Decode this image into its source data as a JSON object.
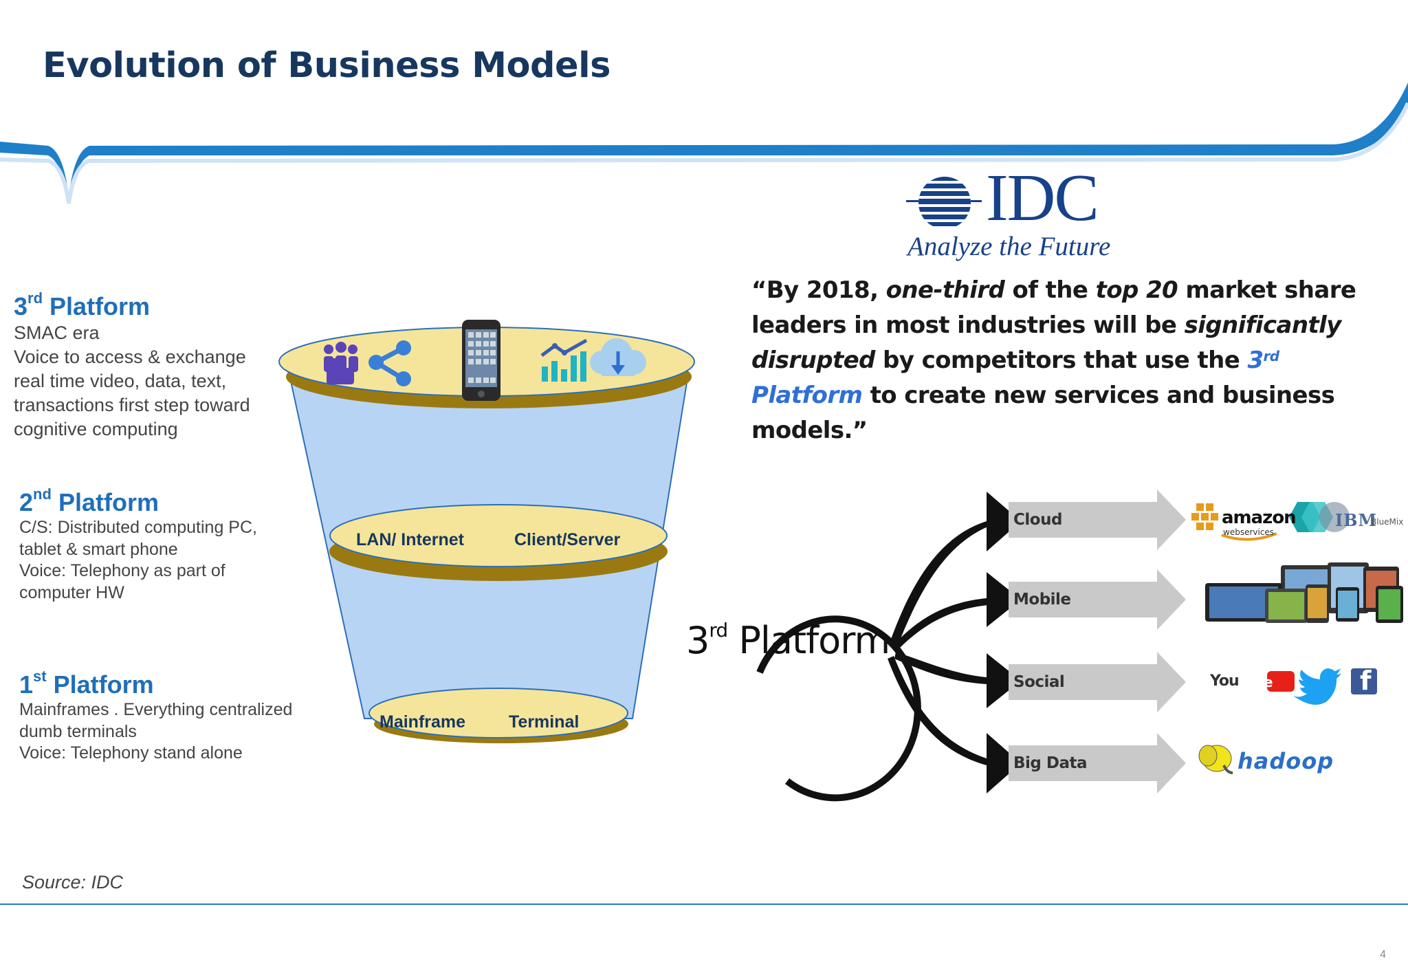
{
  "title": "Evolution of Business Models",
  "platforms": [
    {
      "number": "3",
      "suffix": "rd",
      "label": "Platform",
      "lines": [
        "SMAC era",
        "Voice to access & exchange",
        "real time video, data, text,",
        "transactions first step toward",
        "cognitive computing"
      ]
    },
    {
      "number": "2",
      "suffix": "nd",
      "label": "Platform",
      "lines": [
        "C/S: Distributed computing PC,",
        "tablet & smart phone",
        "Voice: Telephony as part of",
        "computer HW"
      ]
    },
    {
      "number": "1",
      "suffix": "st",
      "label": "Platform",
      "lines": [
        "Mainframes . Everything centralized",
        "dumb terminals",
        "Voice: Telephony stand alone"
      ]
    }
  ],
  "funnel": {
    "middle": {
      "left": "LAN/ Internet",
      "right": "Client/Server"
    },
    "bottom": {
      "left": "Mainframe",
      "right": "Terminal"
    }
  },
  "idc": {
    "wordmark": "IDC",
    "tagline": "Analyze the Future"
  },
  "quote": {
    "p1": "“By 2018, ",
    "p2": "one-third",
    "p3": " of the ",
    "p4": "top 20",
    "p5": " market share leaders in most industries will be ",
    "p6": "significantly disrupted",
    "p7": " by competitors that use the ",
    "p8_num": "3",
    "p8_sup": "rd",
    "p8_rest": " Platform",
    "p9": " to create new services and business models.”"
  },
  "third_platform": {
    "num": "3",
    "sup": "rd",
    "label": "Platform",
    "categories": [
      "Cloud",
      "Mobile",
      "Social",
      "Big Data"
    ],
    "logos": {
      "amazon": "amazon",
      "amazon_sub": "webservices",
      "ibm": "IBM",
      "ibm_sub": "BlueMix",
      "youtube_a": "You",
      "youtube_b": "Tube",
      "twitter": "twitter",
      "facebook": "f",
      "hadoop": "hadoop"
    }
  },
  "source": "Source: IDC",
  "page_number": "4",
  "colors": {
    "title": "#17375e",
    "accent": "#1f6fb8",
    "funnel": "#b8d4f5",
    "ring": "#f5e59a",
    "ring_shadow": "#9a7a10"
  }
}
